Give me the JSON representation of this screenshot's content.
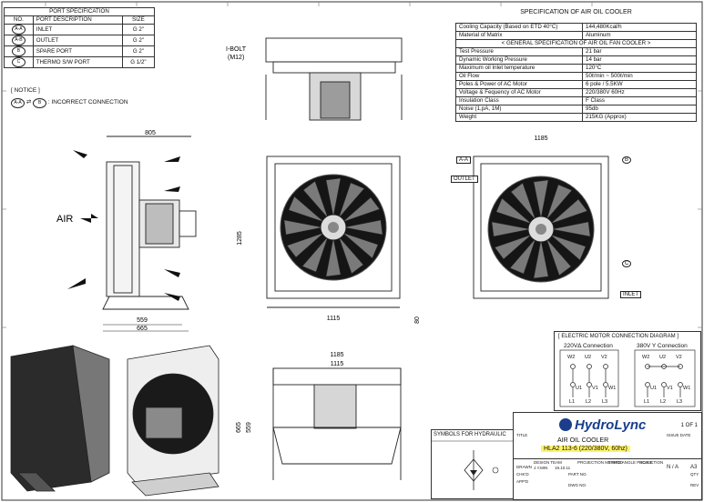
{
  "port_spec": {
    "title": "PORT SPECIFICATION",
    "headers": [
      "NO.",
      "PORT DESCRIPTION",
      "SIZE"
    ],
    "rows": [
      {
        "no": "A-A",
        "desc": "INLET",
        "size": "G 2\""
      },
      {
        "no": "A-B",
        "desc": "OUTLET",
        "size": "G 2\""
      },
      {
        "no": "B",
        "desc": "SPARE PORT",
        "size": "G 2\""
      },
      {
        "no": "C",
        "desc": "THERMO S/W PORT",
        "size": "G 1/2\""
      }
    ],
    "notice_title": "[ NOTICE ]",
    "notice_text": ": INCORRECT CONNECTION"
  },
  "spec": {
    "title": "SPECIFICATION OF AIR OIL COOLER",
    "rows": [
      [
        "Cooling Capacity (Based on ETD 40°C)",
        "144,480Kcal/h"
      ],
      [
        "Material of Matrix",
        "Aluminum"
      ],
      [
        "< GENERAL SPECIFICATION OF AIR OIL FAN COOLER >",
        ""
      ],
      [
        "Test Pressure",
        "21 bar"
      ],
      [
        "Dynamic Working Pressure",
        "14 bar"
      ],
      [
        "Maximum oil Inlet temperature",
        "120°C"
      ],
      [
        "Oil Flow",
        "50ℓ/min ~ 500ℓ/min"
      ],
      [
        "Poles & Power of AC Motor",
        "6 pole / 5.5KW"
      ],
      [
        "Voltage & Fequency of AC Motor",
        "220/380V 60Hz"
      ],
      [
        "Insulation Class",
        "F Class"
      ],
      [
        "Noise (1,pA, 1M)",
        "95db"
      ],
      [
        "Weight",
        "215KG (Approx)"
      ]
    ]
  },
  "labels": {
    "bolt": "I-BOLT",
    "bolt_size": "(M12)",
    "air": "AIR",
    "outlet": "OUTLET",
    "inlet": "INLET",
    "port_a_a": "A-A",
    "port_b": "B",
    "port_c": "C",
    "port_a_b": "A-B"
  },
  "dimensions": {
    "side_width": "805",
    "side_base1": "559",
    "side_base2": "665",
    "front_height": "1285",
    "front_width": "1115",
    "front_base": "80",
    "rear_width": "1185",
    "top_width1": "1185",
    "top_width2": "1115",
    "top_h1": "665",
    "top_h2": "559"
  },
  "electric": {
    "title": "[ ELECTRIC MOTOR CONNECTION DIAGRAM ]",
    "delta_label": "220VΔ Connection",
    "star_label": "380V Y Connection",
    "top_terms": [
      "W2",
      "U2",
      "V2"
    ],
    "bottom_terms": [
      "U1",
      "V1",
      "W1"
    ],
    "lines": [
      "L1",
      "L2",
      "L3"
    ]
  },
  "symbols_title": "SYMBOLS FOR HYDRAULIC",
  "title_block": {
    "brand": "HydroLync",
    "sheet": "1 OF 1",
    "line1": "AIR OIL COOLER",
    "line2": "HLA2 113-6 (220/380V, 60hz)",
    "fields": [
      "TITLE",
      "ISSUE DATE",
      "DRAWN",
      "DESIGN TEAM",
      "PROJECTION METHOD",
      "THIRD ANGLE PROJECTION",
      "SCALE",
      "N / A",
      "A3",
      "CHK'D",
      "PART NO.",
      "QTY",
      "APP'D",
      "DWG NO.",
      "REV"
    ],
    "drawn_by": "J.Y.MIN",
    "drawn_date": "19.10.11"
  },
  "colors": {
    "line": "#222222",
    "fan": "#1b1b1b",
    "highlight": "#fff36a",
    "brand": "#1a3e8c"
  }
}
